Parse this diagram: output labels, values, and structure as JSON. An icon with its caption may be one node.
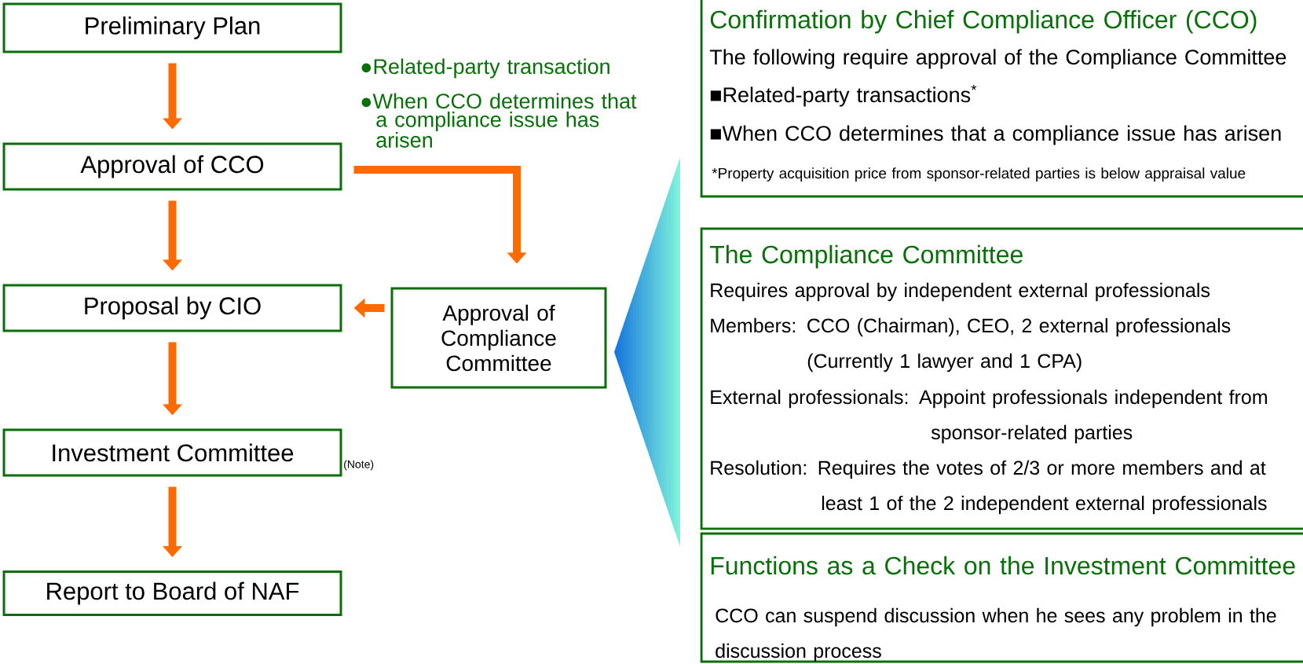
{
  "diagram": {
    "nodes": [
      {
        "text": [
          "Preliminary Plan"
        ]
      },
      {
        "text": [
          "Approval of CCO"
        ]
      },
      {
        "text": [
          "Proposal by CIO"
        ]
      },
      {
        "text": [
          "Investment Committee"
        ],
        "beside": [
          "(Note)"
        ]
      },
      {
        "text": [
          "Report to Board of NAF"
        ]
      },
      {
        "text": [
          "Approval of Compliance Committee"
        ]
      },
      {
        "text": [
          "Confirmation by Chief Compliance Officer (CCO)",
          "The following require approval of the Compliance Committee",
          "■Related-party transactions$^{*}$",
          "■When CCO determines that a compliance issue has arisen",
          "*Property acquisition price from sponsor-related parties is below appraisal value"
        ]
      },
      {
        "text": [
          "The Compliance Committee",
          "Requires approval by independent external professionals",
          "Members: CCO (Chairman), CEO, 2 external professionals (Currently 1 lawyer and 1 CPA)",
          "External professionals: Appoint professionals independent from sponsor-related parties",
          "Resolution: Requires the votes of 2/3 or more members and at least 1 of the 2 independent external professionals"
        ]
      },
      {
        "text": [
          "Functions as a Check on the Investment Committee",
          "CCO can suspend discussion when he sees any problem in the discussion process"
        ]
      }
    ],
    "edges": [
      {
        "from": 0,
        "to": 1,
        "arrow": "to"
      },
      {
        "from": 1,
        "to": 2,
        "arrow": "to"
      },
      {
        "from": 2,
        "to": 3,
        "arrow": "to"
      },
      {
        "from": 3,
        "to": 4,
        "arrow": "to"
      },
      {
        "from": 1,
        "to": 5,
        "arrow": "to"
      },
      {
        "from": 5,
        "to": 2,
        "arrow": "to"
      }
    ],
    "labels": [
      "●Related-party transaction",
      "●When CCO determines that a compliance issue has arisen"
    ]
  }
}
